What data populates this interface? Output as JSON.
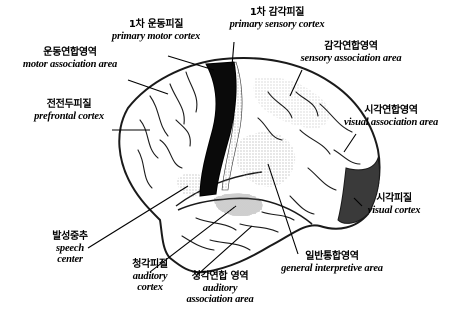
{
  "labels": {
    "primary_motor": {
      "ko": "1차 운동피질",
      "en": "primary motor cortex"
    },
    "primary_sensory": {
      "ko": "1차 감각피질",
      "en": "primary sensory cortex"
    },
    "motor_assoc": {
      "ko": "운동연합영역",
      "en": "motor association area"
    },
    "sensory_assoc": {
      "ko": "감각연합영역",
      "en": "sensory association area"
    },
    "prefrontal": {
      "ko": "전전두피질",
      "en": "prefrontal cortex"
    },
    "visual_assoc": {
      "ko": "시각연합영역",
      "en": "visual association area"
    },
    "speech": {
      "ko": "발성중추",
      "en1": "speech",
      "en2": "center"
    },
    "auditory": {
      "ko": "청각피질",
      "en1": "auditory",
      "en2": "cortex"
    },
    "auditory_assoc": {
      "ko": "청각연합 영역",
      "en1": "auditory",
      "en2": "association area"
    },
    "general_interp": {
      "ko": "일반통합영역",
      "en": "general interpretive area"
    },
    "visual_cortex": {
      "ko": "시각피질",
      "en": "visual cortex"
    }
  },
  "colors": {
    "ink": "#000000",
    "outline": "#1a1a1a",
    "motor_strip": "#0a0a0a",
    "stipple_light": "#c8c8c8",
    "visual_cortex_fill": "#3a3a3a"
  }
}
